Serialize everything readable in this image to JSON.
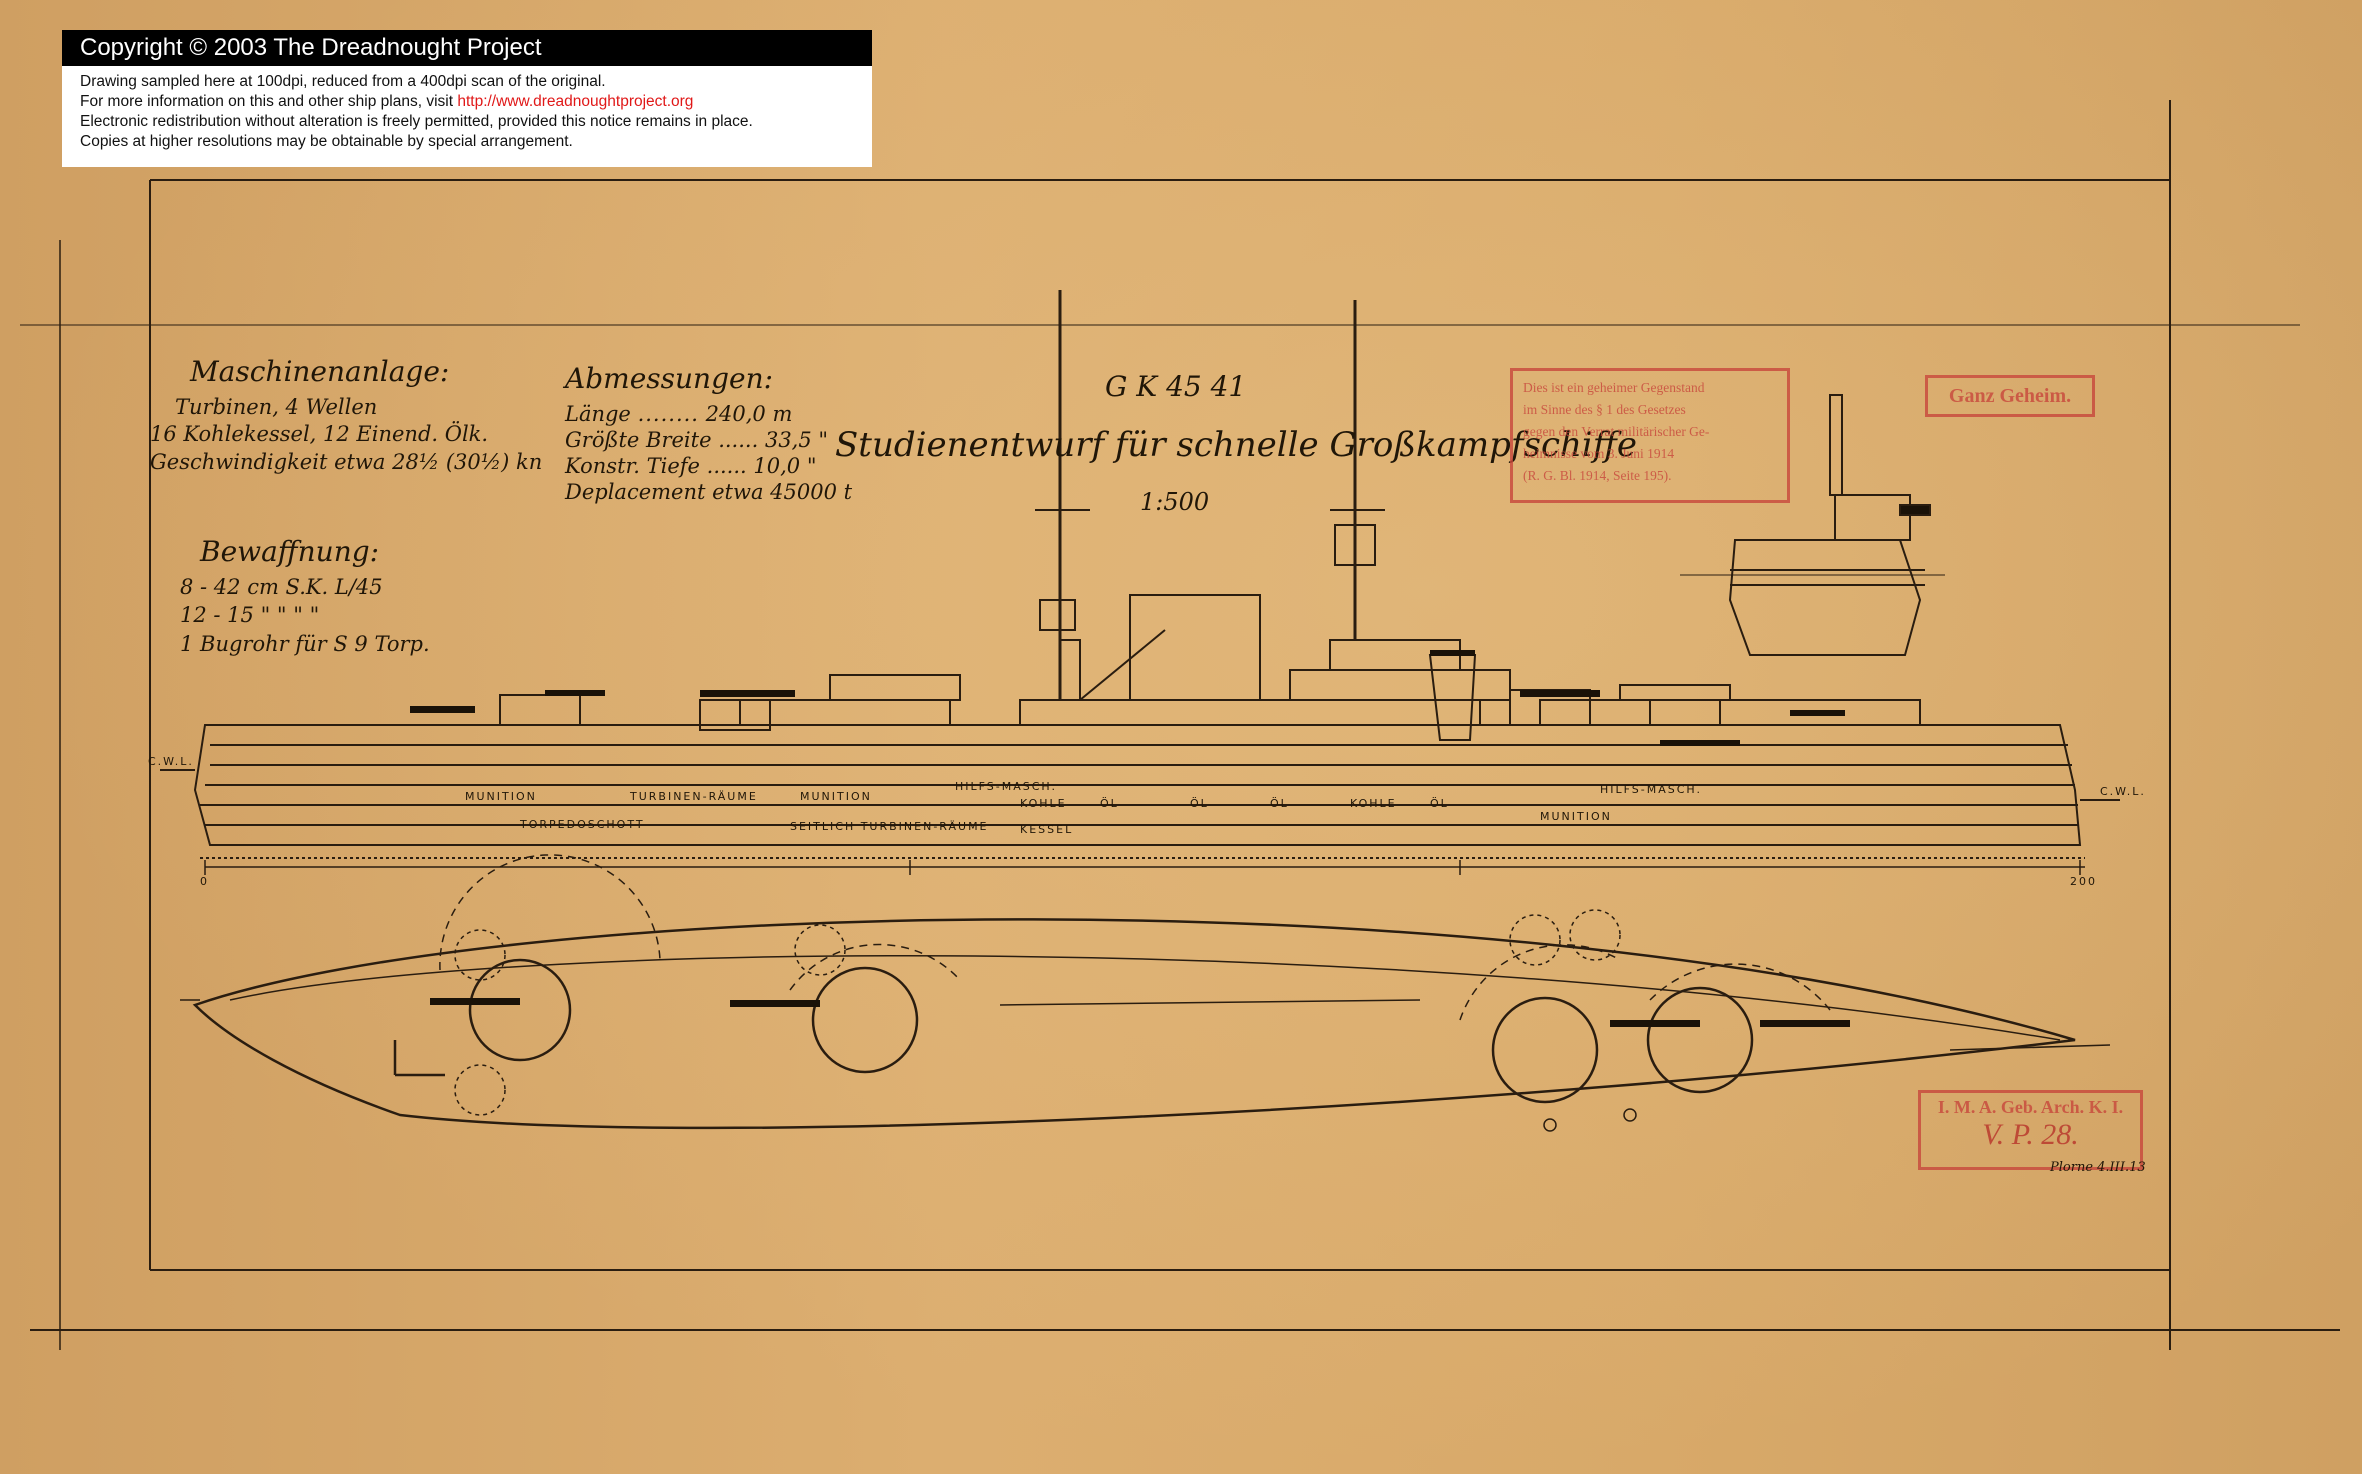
{
  "notice": {
    "title": "Copyright © 2003 The Dreadnought Project",
    "line1": "Drawing sampled here at 100dpi, reduced from a 400dpi scan of the original.",
    "line2_prefix": "For more information on this and other ship plans, visit ",
    "line2_link": "http://www.dreadnoughtproject.org",
    "line3": "Electronic redistribution without alteration is freely permitted, provided this notice remains in place.",
    "line4": "Copies at higher resolutions may be obtainable by special arrangement."
  },
  "machinery": {
    "heading": "Maschinenanlage:",
    "line1": "Turbinen, 4 Wellen",
    "line2": "16 Kohlekessel, 12 Einend. Ölk.",
    "line3": "Geschwindigkeit etwa 28½ (30½) kn"
  },
  "dimensions": {
    "heading": "Abmessungen:",
    "rows": [
      {
        "label": "Länge",
        "value": "240,0 m"
      },
      {
        "label": "Größte Breite",
        "value": "33,5 \""
      },
      {
        "label": "Konstr. Tiefe",
        "value": "10,0 \""
      },
      {
        "label": "Deplacement etwa",
        "value": "45000 t"
      }
    ]
  },
  "armament": {
    "heading": "Bewaffnung:",
    "line1": "8 - 42 cm S.K. L/45",
    "line2": "12 - 15 \" \" \" \"",
    "line3": "1 Bugrohr für S 9 Torp."
  },
  "drawing": {
    "ref": "G K 45 41",
    "title": "Studienentwurf für schnelle Großkampfschiffe",
    "scale": "1:500"
  },
  "stamps": {
    "secret_lines": [
      "Dies ist ein geheimer Gegenstand",
      "im Sinne des § 1 des Gesetzes",
      "gegen den Verrat militärischer Ge-",
      "heimnisse vom 3. Juni 1914",
      "(R. G. Bl. 1914, Seite 195)."
    ],
    "ganz_geheim": "Ganz Geheim.",
    "archive": "I. M. A. Geb. Arch. K. I.",
    "plan_no": "V. P. 28.",
    "signature": "Plorne 4.III.13"
  },
  "compartments": {
    "munition1": "MUNITION",
    "turbinen": "TURBINEN-RÄUME",
    "munition2": "MUNITION",
    "hilfs": "HILFS-MASCH.",
    "seitl": "SEITLICH TURBINEN-RÄUME",
    "kohle1": "KOHLE",
    "oel1": "ÖL",
    "oel2": "ÖL",
    "oel3": "ÖL",
    "kohle2": "KOHLE",
    "oel4": "ÖL",
    "kessel": "KESSEL",
    "hilfs2": "HILFS-MASCH.",
    "munition3": "MUNITION",
    "torpedo": "TORPEDOSCHOTT"
  },
  "labels": {
    "cwl": "C.W.L.",
    "fr0": "0",
    "fr200": "200"
  }
}
